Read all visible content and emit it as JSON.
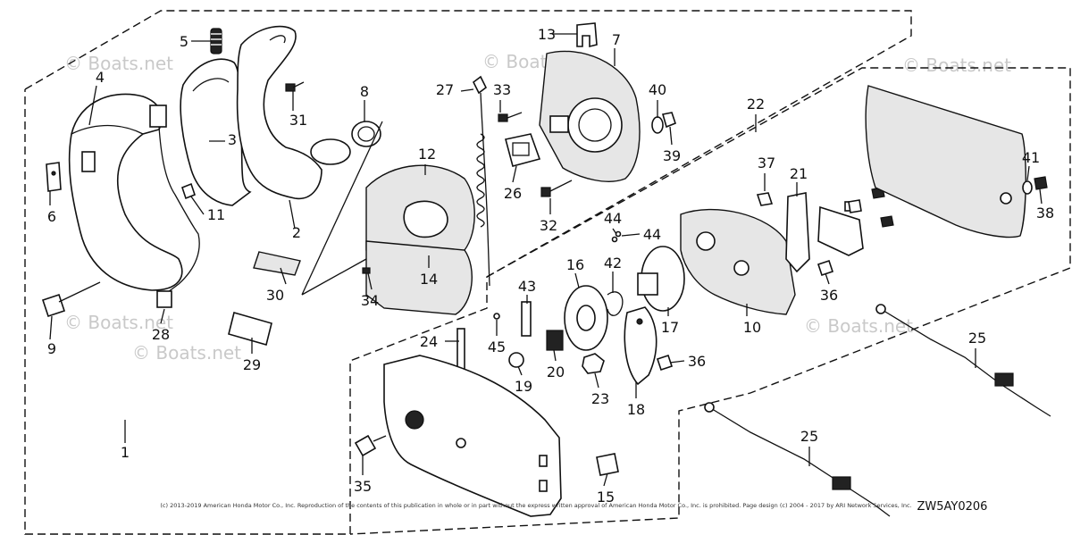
{
  "watermark": "© Boats.net",
  "diagram_code": "ZW5AY0206",
  "copyright_text": "(c) 2013-2019 American Honda Motor Co., Inc. Reproduction of the contents of this publication in whole or in part without the express written approval of American Honda Motor Co., Inc. is prohibited. Page design (c) 2004 - 2017 by ARI Network Services, Inc.",
  "callouts": [
    {
      "id": "c1",
      "text": "1"
    },
    {
      "id": "c2",
      "text": "2"
    },
    {
      "id": "c3",
      "text": "3"
    },
    {
      "id": "c4",
      "text": "4"
    },
    {
      "id": "c5",
      "text": "5"
    },
    {
      "id": "c6",
      "text": "6"
    },
    {
      "id": "c7",
      "text": "7"
    },
    {
      "id": "c8",
      "text": "8"
    },
    {
      "id": "c9",
      "text": "9"
    },
    {
      "id": "c10",
      "text": "10"
    },
    {
      "id": "c11",
      "text": "11"
    },
    {
      "id": "c12",
      "text": "12"
    },
    {
      "id": "c13",
      "text": "13"
    },
    {
      "id": "c14",
      "text": "14"
    },
    {
      "id": "c15",
      "text": "15"
    },
    {
      "id": "c16",
      "text": "16"
    },
    {
      "id": "c17",
      "text": "17"
    },
    {
      "id": "c18",
      "text": "18"
    },
    {
      "id": "c19",
      "text": "19"
    },
    {
      "id": "c20",
      "text": "20"
    },
    {
      "id": "c21",
      "text": "21"
    },
    {
      "id": "c22",
      "text": "22"
    },
    {
      "id": "c23",
      "text": "23"
    },
    {
      "id": "c24",
      "text": "24"
    },
    {
      "id": "c25a",
      "text": "25"
    },
    {
      "id": "c25b",
      "text": "25"
    },
    {
      "id": "c26",
      "text": "26"
    },
    {
      "id": "c27",
      "text": "27"
    },
    {
      "id": "c28",
      "text": "28"
    },
    {
      "id": "c29",
      "text": "29"
    },
    {
      "id": "c30",
      "text": "30"
    },
    {
      "id": "c31",
      "text": "31"
    },
    {
      "id": "c32",
      "text": "32"
    },
    {
      "id": "c33",
      "text": "33"
    },
    {
      "id": "c34",
      "text": "34"
    },
    {
      "id": "c35",
      "text": "35"
    },
    {
      "id": "c36a",
      "text": "36"
    },
    {
      "id": "c36b",
      "text": "36"
    },
    {
      "id": "c37",
      "text": "37"
    },
    {
      "id": "c38",
      "text": "38"
    },
    {
      "id": "c39",
      "text": "39"
    },
    {
      "id": "c40",
      "text": "40"
    },
    {
      "id": "c41",
      "text": "41"
    },
    {
      "id": "c42",
      "text": "42"
    },
    {
      "id": "c43",
      "text": "43"
    },
    {
      "id": "c44a",
      "text": "44"
    },
    {
      "id": "c44b",
      "text": "44"
    },
    {
      "id": "c45",
      "text": "45"
    }
  ]
}
